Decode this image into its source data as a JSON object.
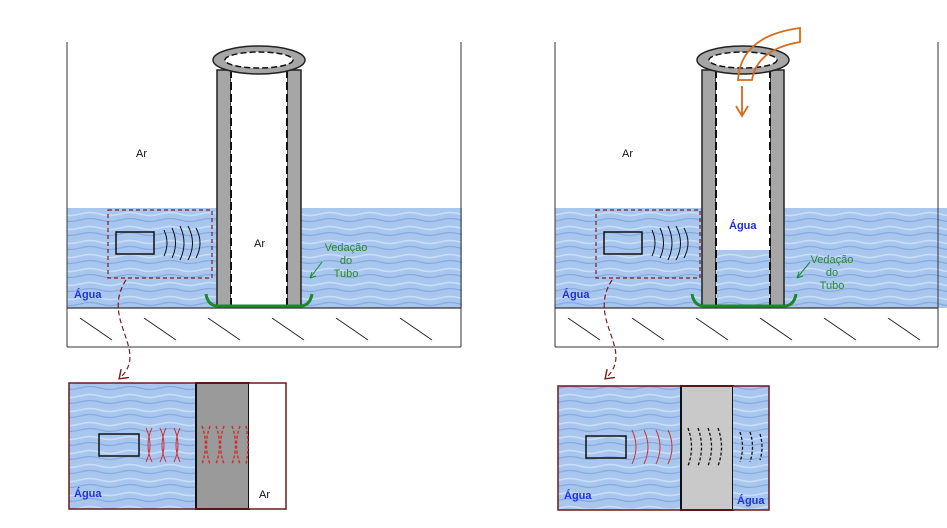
{
  "labels": {
    "air": "Ar",
    "water": "Água",
    "seal_line1": "Vedação",
    "seal_line2": "do",
    "seal_line3": "Tubo"
  },
  "colors": {
    "water": "#a9c7ee",
    "water_dark": "#7fa6dd",
    "tube_wall": "#a6a6a6",
    "seal": "#1a8a2a",
    "callout": "#7a1f1f",
    "pour_arrow": "#d96a1a",
    "wave_red": "#d23030",
    "label_blue": "#2233dd"
  },
  "icons": [
    "transducer-icon",
    "pour-arrow-icon",
    "callout-arrow-icon"
  ]
}
